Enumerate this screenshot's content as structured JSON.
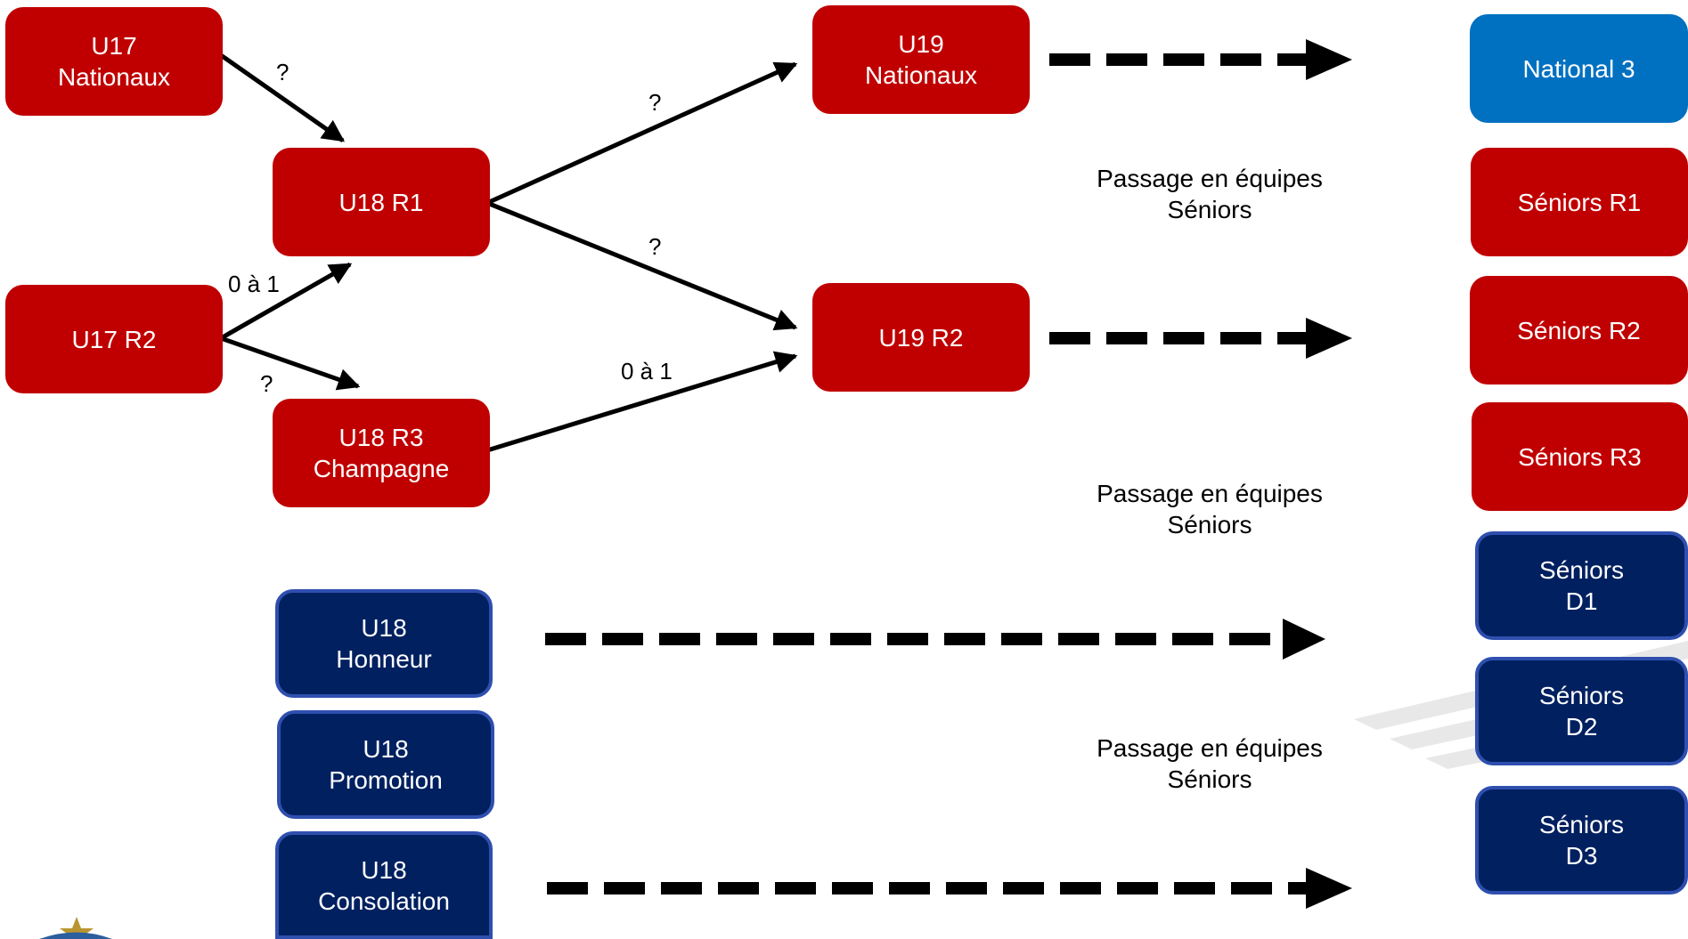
{
  "nodes": {
    "u17_nationaux": "U17\nNationaux",
    "u17_r2": "U17 R2",
    "u18_r1": "U18 R1",
    "u18_r3": "U18 R3\nChampagne",
    "u19_nationaux": "U19\nNationaux",
    "u19_r2": "U19 R2",
    "u18_honneur": "U18\nHonneur",
    "u18_promotion": "U18\nPromotion",
    "u18_consolation": "U18\nConsolation",
    "national3": "National 3",
    "seniors_r1": "Séniors R1",
    "seniors_r2": "Séniors R2",
    "seniors_r3": "Séniors R3",
    "seniors_d1": "Séniors\nD1",
    "seniors_d2": "Séniors\nD2",
    "seniors_d3": "Séniors\nD3"
  },
  "edge_labels": {
    "u17nat_to_u18r1": "?",
    "u17r2_to_u18r1": "0 à 1",
    "u17r2_to_u18r3": "?",
    "u18r1_to_u19nat": "?",
    "u18r1_to_u19r2": "?",
    "u18r3_to_u19r2": "0 à 1"
  },
  "notes": {
    "passage_1": "Passage en équipes\nSéniors",
    "passage_2": "Passage en équipes\nSéniors",
    "passage_3": "Passage en équipes\nSéniors"
  },
  "colors": {
    "red": "#c00000",
    "blue": "#0070c0",
    "navy": "#002060"
  },
  "icons": {
    "logo": "fff-logo-icon"
  }
}
